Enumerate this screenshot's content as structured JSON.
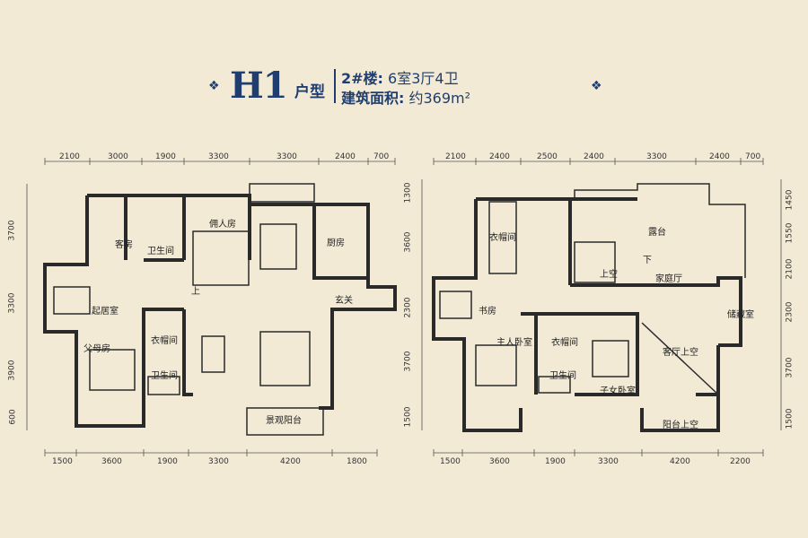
{
  "header": {
    "title": "H1",
    "subtitle": "户型",
    "building_label": "2#楼:",
    "layout": "6室3厅4卫",
    "area_label": "建筑面积:",
    "area_value": "约369m²"
  },
  "plan_left": {
    "top_dims": [
      "2100",
      "3000",
      "1900",
      "3300",
      "3300",
      "2400",
      "700"
    ],
    "bottom_dims": [
      "1500",
      "3600",
      "1900",
      "3300",
      "4200",
      "1800"
    ],
    "left_dims": [
      "3700",
      "3300",
      "3900",
      "600"
    ],
    "rooms": {
      "guest_room": "客房",
      "bathroom_1": "卫生间",
      "maid_room": "佣人房",
      "kitchen": "厨房",
      "up_mark": "上",
      "foyer": "玄关",
      "living_room": "起居室",
      "wardrobe": "衣帽间",
      "parents_room": "父母房",
      "bathroom_2": "卫生间",
      "view_balcony": "景观阳台"
    }
  },
  "plan_right": {
    "top_dims": [
      "2100",
      "2400",
      "2500",
      "2400",
      "3300",
      "2400",
      "700"
    ],
    "bottom_dims": [
      "1500",
      "3600",
      "1900",
      "3300",
      "4200",
      "2200"
    ],
    "left_dims": [
      "1300",
      "3600",
      "2300",
      "3700",
      "1500"
    ],
    "right_dims": [
      "1450",
      "1550",
      "2100",
      "2300",
      "3700",
      "1500"
    ],
    "rooms": {
      "wardrobe_1": "衣帽间",
      "terrace": "露台",
      "void_1": "上空",
      "down_mark": "下",
      "family_hall": "家庭厅",
      "study": "书房",
      "storage": "储藏室",
      "master_bedroom": "主人卧室",
      "wardrobe_2": "衣帽间",
      "bathroom": "卫生间",
      "child_bedroom": "子女卧室",
      "living_void": "客厅上空",
      "balcony_void": "阳台上空"
    }
  },
  "colors": {
    "background": "#f3ead6",
    "title": "#1f3e6f",
    "wall": "#2a2a2a"
  }
}
